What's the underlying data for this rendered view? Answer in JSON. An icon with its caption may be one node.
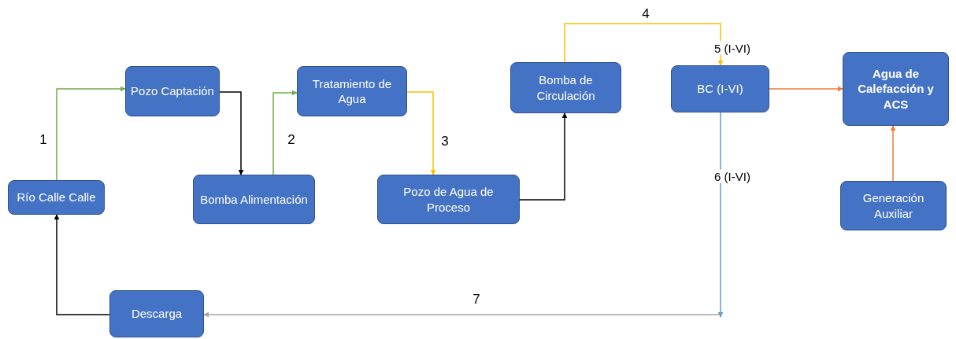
{
  "diagram": {
    "nodes": [
      {
        "text": [
          "Río Calle Calle"
        ]
      },
      {
        "text": [
          "Pozo Captación"
        ]
      },
      {
        "text": [
          "Bomba Alimentación"
        ]
      },
      {
        "text": [
          "Tratamiento de Agua"
        ]
      },
      {
        "text": [
          "Pozo de Agua de Proceso"
        ]
      },
      {
        "text": [
          "Bomba de Circulación"
        ]
      },
      {
        "text": [
          "BC (I-VI)"
        ]
      },
      {
        "text": [
          "Agua de Calefacción y ACS"
        ]
      },
      {
        "text": [
          "Generación Auxiliar"
        ]
      },
      {
        "text": [
          "Descarga"
        ]
      }
    ],
    "edges": [
      {
        "from": 0,
        "to": 1,
        "arrow": "to",
        "label": "1",
        "color": "#70ad47"
      },
      {
        "from": 1,
        "to": 2,
        "arrow": "to",
        "color": "#000000"
      },
      {
        "from": 2,
        "to": 3,
        "arrow": "to",
        "label": "2",
        "color": "#70ad47"
      },
      {
        "from": 3,
        "to": 4,
        "arrow": "to",
        "label": "3",
        "color": "#ffc000"
      },
      {
        "from": 4,
        "to": 5,
        "arrow": "to",
        "color": "#000000"
      },
      {
        "from": 5,
        "to": 6,
        "arrow": "to",
        "label": "4",
        "color": "#ffc000"
      },
      {
        "from": 6,
        "to": 7,
        "arrow": "to",
        "color": "#ed7d31"
      },
      {
        "from": 8,
        "to": 7,
        "arrow": "to",
        "color": "#ed7d31"
      },
      {
        "from": 6,
        "to": null,
        "arrow": "to",
        "label": "6 (I-VI)",
        "color": "#5b9bd5"
      },
      {
        "from": null,
        "to": 9,
        "arrow": "to",
        "label": "7",
        "color": "#a5a5a5"
      },
      {
        "from": 9,
        "to": 0,
        "arrow": "to",
        "color": "#000000"
      }
    ],
    "labels": [
      "5 (I-VI)"
    ]
  }
}
